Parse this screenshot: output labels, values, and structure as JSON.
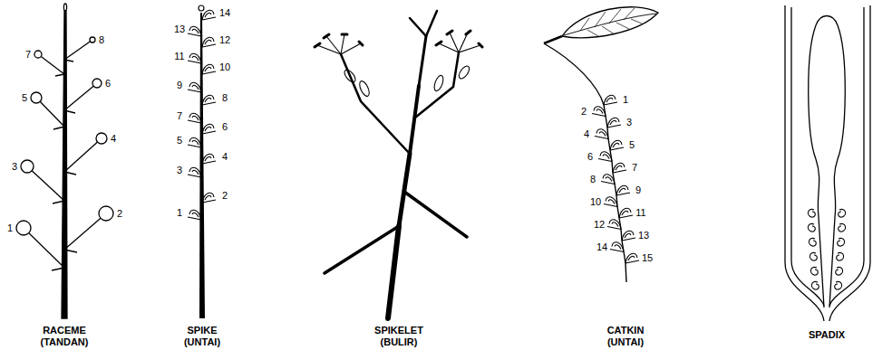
{
  "diagram": {
    "labels": [
      "1",
      "2",
      "3",
      "4",
      "5",
      "6",
      "7",
      "8",
      "RACEME (TANDAN)",
      "1",
      "2",
      "3",
      "4",
      "5",
      "6",
      "7",
      "8",
      "9",
      "10",
      "11",
      "12",
      "13",
      "14",
      "SPIKE (UNTAI)",
      "SPIKELET (BULIR)",
      "1",
      "2",
      "3",
      "4",
      "5",
      "6",
      "7",
      "8",
      "9",
      "10",
      "11",
      "12",
      "13",
      "14",
      "15",
      "CATKIN (UNTAI)",
      "SPADIX"
    ]
  }
}
